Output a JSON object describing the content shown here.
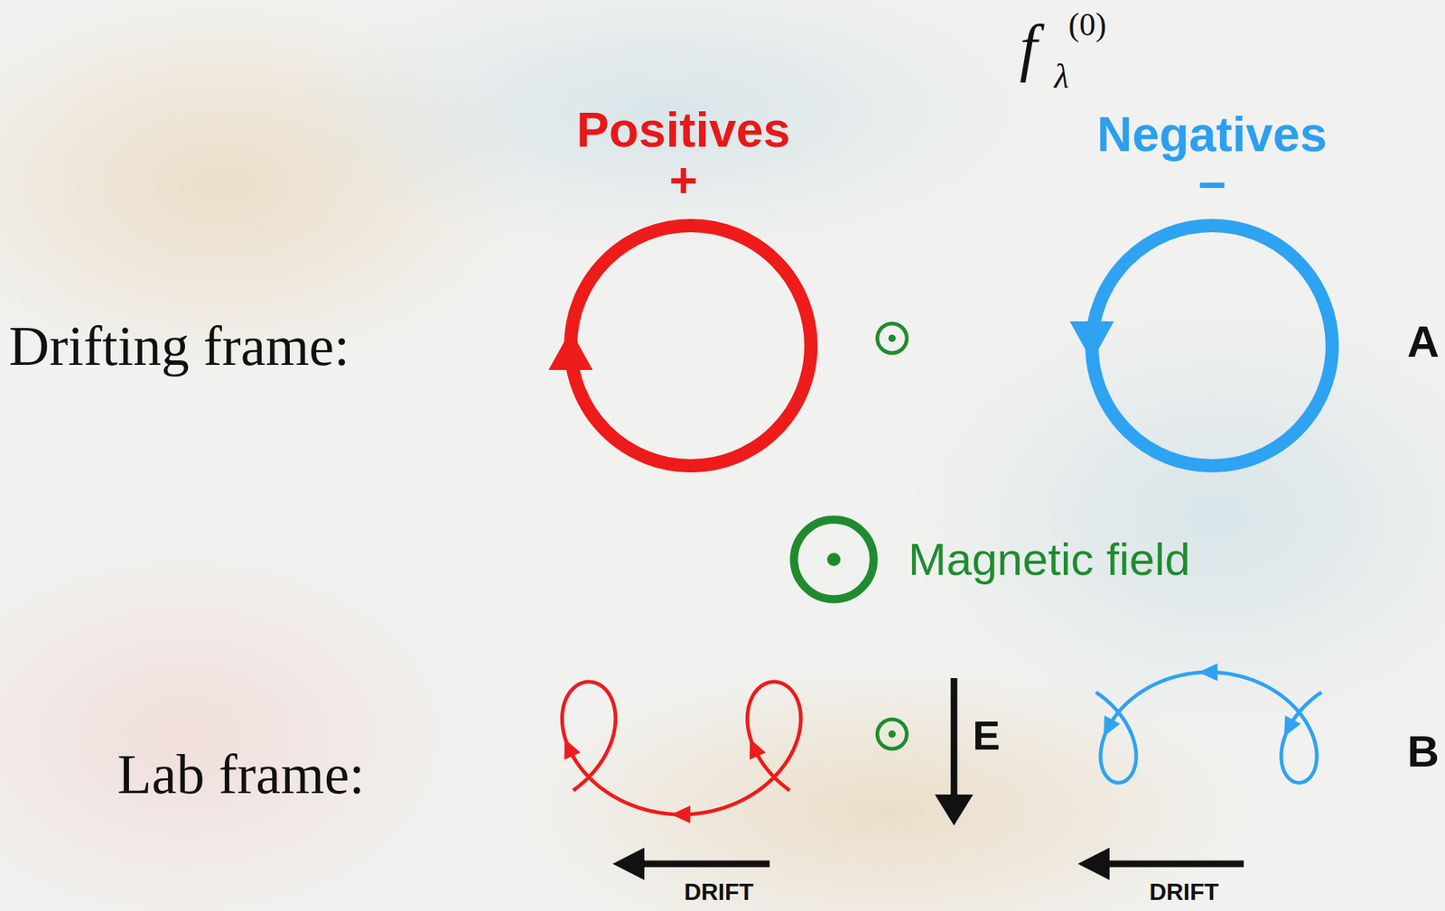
{
  "diagram": {
    "labels": [
      "f",
      "λ",
      "(0)",
      "Positives",
      "+",
      "Negatives",
      "−",
      "Drifting frame:",
      "A",
      "Lab frame:",
      "E",
      "B",
      "DRIFT",
      "DRIFT"
    ],
    "legend": [
      {
        "text": "Magnetic field"
      }
    ]
  }
}
